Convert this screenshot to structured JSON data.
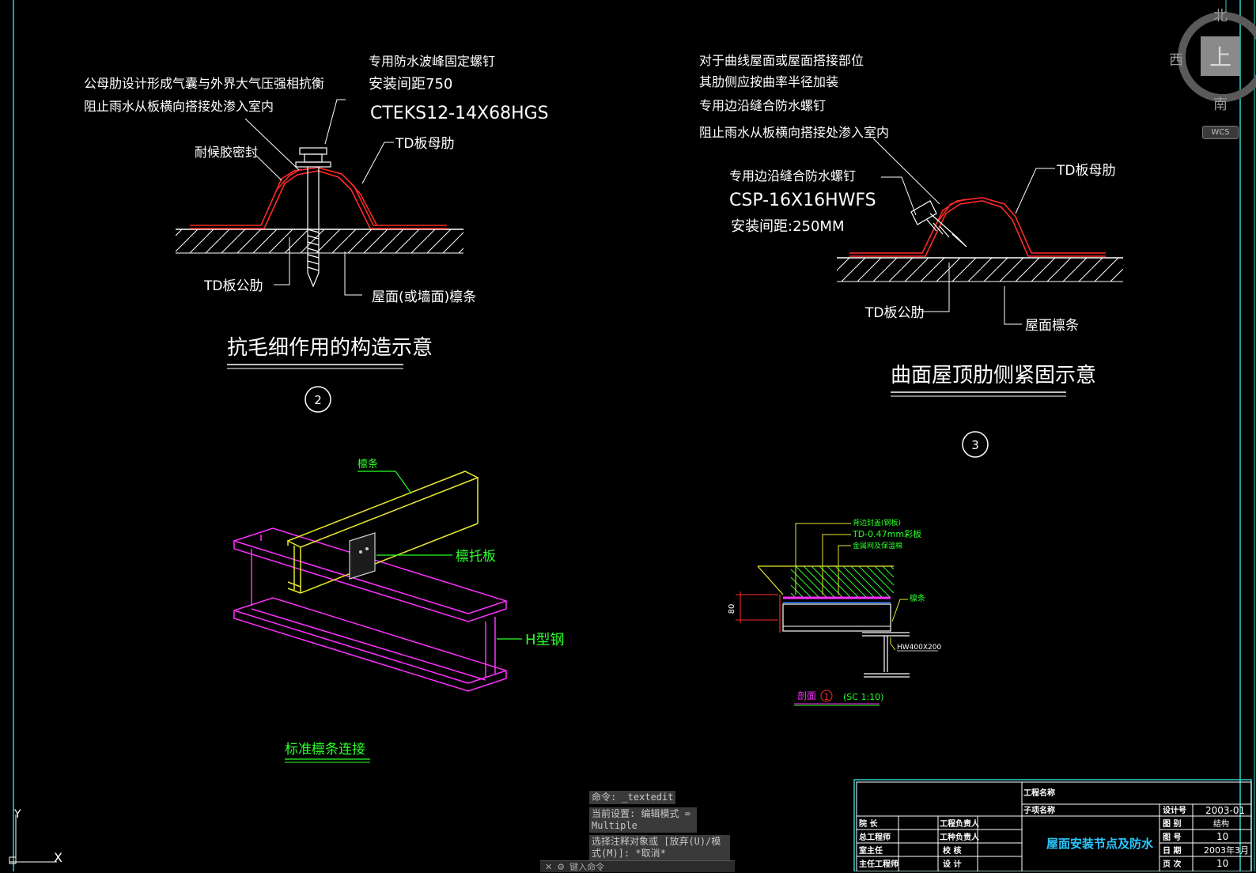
{
  "detail2": {
    "note1_line1": "公母肋设计形成气囊与外界大气压强相抗衡",
    "note1_line2": "阻止雨水从板横向搭接处渗入室内",
    "screw_line1": "专用防水波峰固定螺钉",
    "screw_line2": "安装间距750",
    "screw_code": "CTEKS12-14X68HGS",
    "td_female": "TD板母肋",
    "sealant": "耐候胶密封",
    "td_male": "TD板公肋",
    "purlin": "屋面(或墙面)檩条",
    "title": "抗毛细作用的构造示意",
    "number": "2"
  },
  "detail3": {
    "note1": "对于曲线屋面或屋面搭接部位",
    "note2": "其肋侧应按曲率半径加装",
    "note3": "专用边沿缝合防水螺钉",
    "note4": "阻止雨水从板横向搭接处渗入室内",
    "screw_name": "专用边沿缝合防水螺钉",
    "screw_code": "CSP-16X16HWFS",
    "spacing": "安装间距:250MM",
    "td_female": "TD板母肋",
    "td_male": "TD板公肋",
    "purlin": "屋面檩条",
    "title": "曲面屋顶肋侧紧固示意",
    "number": "3"
  },
  "detail_iso": {
    "purlin": "檩条",
    "bracket": "檩托板",
    "hbeam": "H型钢",
    "title": "标准檩条连接"
  },
  "detail_section": {
    "label1": "背边封盖(钢板)",
    "label2": "TD-0.47mm彩板",
    "label3": "金属网及保温棉",
    "purlin": "檩条",
    "dim": "80",
    "beam": "HW400X200",
    "section_label": "剖面",
    "section_number": "1",
    "scale": "(SC 1:10)"
  },
  "title_block": {
    "project_name_label": "工程名称",
    "sub_name_label": "子项名称",
    "drawing_title": "屋面安装节点及防水",
    "roles": [
      "院  长",
      "总工程师",
      "室主任",
      "主任工程师"
    ],
    "roles2": [
      "工程负责人",
      "工种负责人",
      "校  核",
      "设  计"
    ],
    "fields": [
      {
        "label": "设计号",
        "value": "2003-01"
      },
      {
        "label": "图  别",
        "value": "结构"
      },
      {
        "label": "图  号",
        "value": "10"
      },
      {
        "label": "日  期",
        "value": "2003年3月"
      },
      {
        "label": "页  次",
        "value": "10"
      }
    ]
  },
  "command": {
    "line1": "命令: _textedit",
    "line2": "当前设置: 编辑模式 = Multiple",
    "line3": "选择注释对象或 [放弃(U)/模式(M)]: *取消*",
    "input_placeholder": "键入命令"
  },
  "viewcube": {
    "north": "北",
    "west": "西",
    "south": "南",
    "top": "上",
    "wcs": "WCS"
  },
  "ucs": {
    "y": "Y",
    "x": "X"
  },
  "colors": {
    "white": "#ffffff",
    "red": "#ff2a2a",
    "green": "#2aff2a",
    "yellow": "#e8e830",
    "magenta": "#ff30ff",
    "cyan": "#2ac8c8",
    "frame": "#30d0d0"
  }
}
